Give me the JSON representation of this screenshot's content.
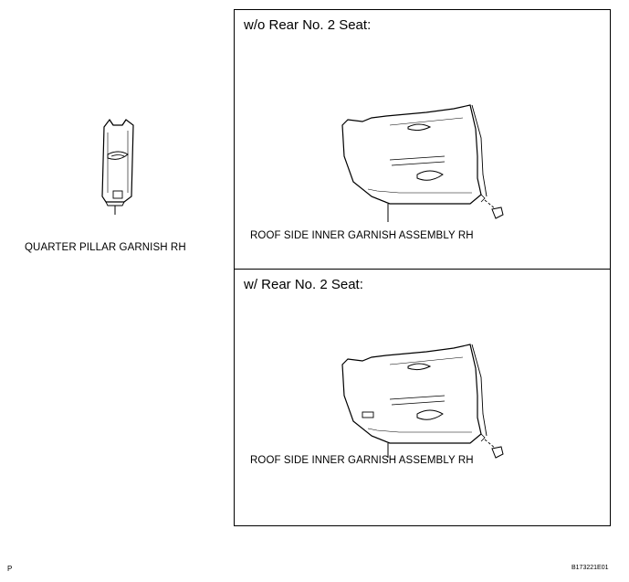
{
  "pillar": {
    "label": "QUARTER PILLAR GARNISH RH"
  },
  "panels": [
    {
      "title": "w/o Rear No. 2 Seat:",
      "part_label": "ROOF SIDE INNER GARNISH ASSEMBLY RH"
    },
    {
      "title": "w/ Rear No. 2 Seat:",
      "part_label": "ROOF SIDE INNER GARNISH ASSEMBLY RH"
    }
  ],
  "footer": {
    "left_mark": "P",
    "figure_id": "B173221E01"
  }
}
